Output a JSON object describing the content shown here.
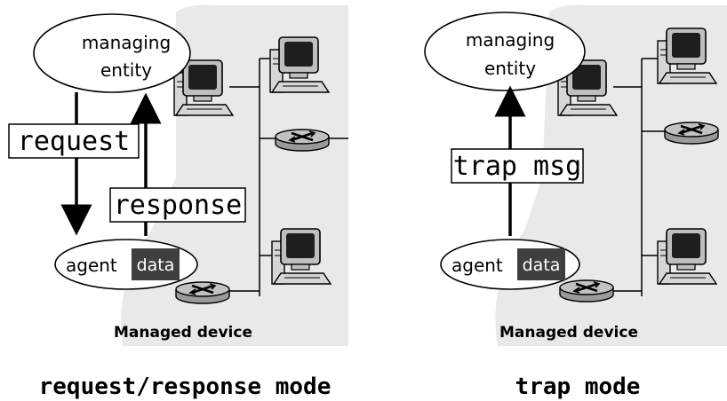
{
  "left_panel": {
    "managing_entity_line1": "managing",
    "managing_entity_line2": "entity",
    "request_label": "request",
    "response_label": "response",
    "agent_label": "agent",
    "data_label": "data",
    "device_caption": "Managed device",
    "mode_caption": "request/response mode"
  },
  "right_panel": {
    "managing_entity_line1": "managing",
    "managing_entity_line2": "entity",
    "trap_label": "trap msg",
    "agent_label": "agent",
    "data_label": "data",
    "device_caption": "Managed device",
    "mode_caption": "trap mode"
  },
  "colors": {
    "shaded_region": "#e9e9e9",
    "data_box": "#3f3f3f",
    "router_body": "#b4b4b4",
    "monitor_screen": "#1e1e1e"
  }
}
